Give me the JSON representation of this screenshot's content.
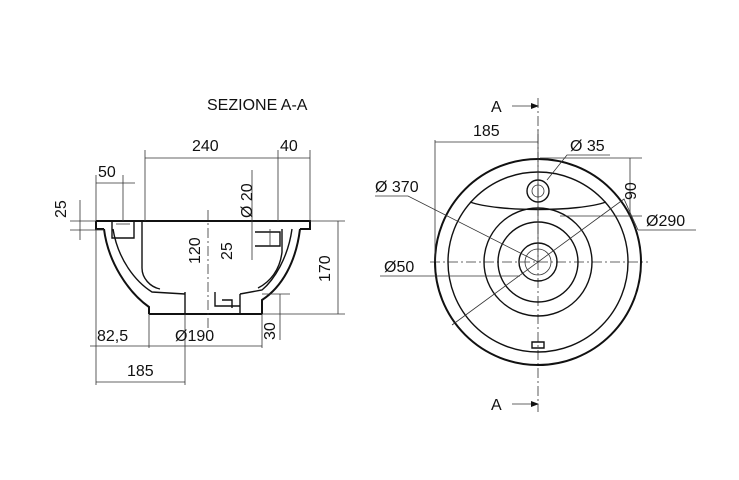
{
  "section": {
    "title": "SEZIONE A-A",
    "dims": {
      "top_width": "240",
      "rim_right": "40",
      "tap_offset": "50",
      "rim_height": "25",
      "hole_dia": "Ø 20",
      "depth": "120",
      "inner_offset": "25",
      "total_height": "170",
      "left_offset": "82,5",
      "base_dia": "Ø190",
      "base_height": "30",
      "half_width": "185"
    }
  },
  "plan": {
    "cut_label_top": "A",
    "cut_label_bottom": "A",
    "dims": {
      "radius": "185",
      "tap_hole": "Ø 35",
      "tap_distance": "90",
      "outer_dia": "Ø 370",
      "bowl_dia": "Ø290",
      "drain_dia": "Ø50"
    }
  }
}
